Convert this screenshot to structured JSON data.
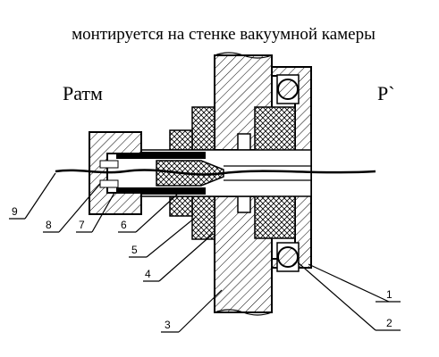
{
  "caption": "монтируется на стенке вакуумной камеры",
  "pressure_left": "Ратм",
  "pressure_right": "Р`",
  "callouts": [
    "1",
    "2",
    "3",
    "4",
    "5",
    "6",
    "7",
    "8",
    "9"
  ]
}
